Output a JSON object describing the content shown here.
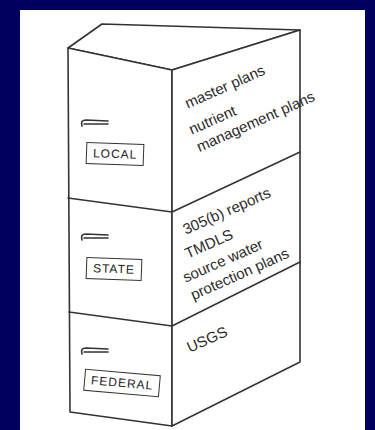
{
  "diagram": {
    "nodes": [
      {
        "text": [
          "LOCAL"
        ]
      },
      {
        "text": [
          "STATE"
        ]
      },
      {
        "text": [
          "FEDERAL"
        ]
      }
    ],
    "labels": [
      "master plans",
      "nutrient management plans",
      "305(b) reports",
      "TMDLS",
      "source water protection plans",
      "USGS"
    ]
  }
}
